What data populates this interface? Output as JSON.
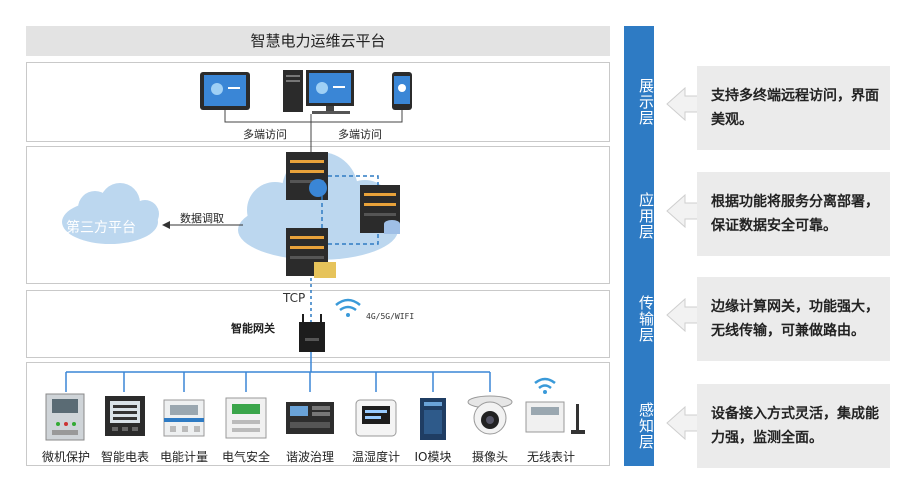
{
  "header": {
    "title": "智慧电力运维云平台"
  },
  "display_layer": {
    "access_labels": [
      "多端访问",
      "多端访问"
    ]
  },
  "app_layer": {
    "third_party": "第三方平台",
    "data_call": "数据调取"
  },
  "transport_layer": {
    "protocol": "TCP",
    "wireless": "4G/5G/WIFI",
    "gateway": "智能网关"
  },
  "devices": [
    {
      "label": "微机保护",
      "icon": "relay-protection-icon"
    },
    {
      "label": "智能电表",
      "icon": "smart-meter-icon"
    },
    {
      "label": "电能计量",
      "icon": "energy-meter-icon"
    },
    {
      "label": "电气安全",
      "icon": "electrical-safety-icon"
    },
    {
      "label": "谐波治理",
      "icon": "harmonic-filter-icon"
    },
    {
      "label": "温湿度计",
      "icon": "thermo-hygrometer-icon"
    },
    {
      "label": "IO模块",
      "icon": "io-module-icon"
    },
    {
      "label": "摄像头",
      "icon": "camera-icon"
    },
    {
      "label": "无线表计",
      "icon": "wireless-meter-icon"
    }
  ],
  "layers": [
    {
      "name": "展示层",
      "desc": "支持多终端远程访问，界面美观。"
    },
    {
      "name": "应用层",
      "desc": "根据功能将服务分离部署，保证数据安全可靠。"
    },
    {
      "name": "传输层",
      "desc": "边缘计算网关，功能强大，无线传输，可兼做路由。"
    },
    {
      "name": "感知层",
      "desc": "设备接入方式灵活，集成能力强，监测全面。"
    }
  ],
  "colors": {
    "accent": "#2e7bc4",
    "cloud": "#bcd7ef",
    "panel_bg": "#ebebeb"
  }
}
